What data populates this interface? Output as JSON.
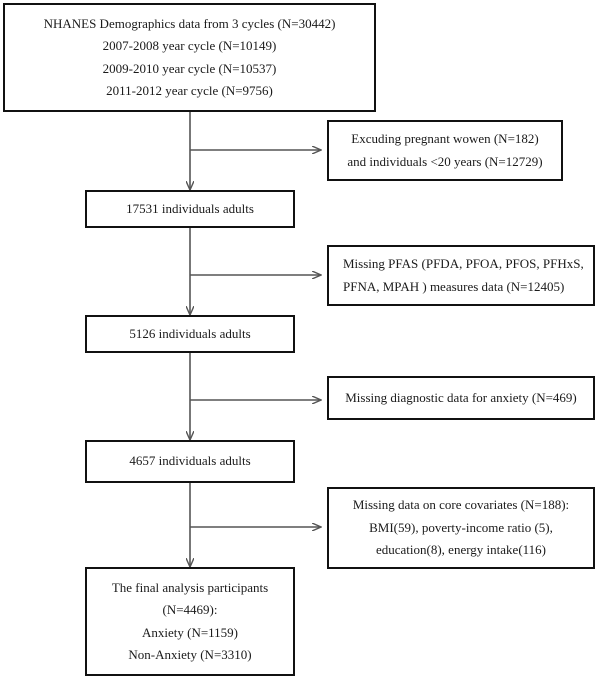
{
  "diagram": {
    "title": "NHANES participant selection flowchart",
    "colors": {
      "box_border": "#111111",
      "connector": "#555555",
      "text": "#1a1a1a",
      "background": "#ffffff"
    }
  },
  "main_nodes": [
    {
      "id": "source",
      "lines": [
        "NHANES Demographics data from 3 cycles (N=30442)",
        "2007-2008 year cycle (N=10149)",
        "2009-2010 year cycle (N=10537)",
        "2011-2012 year cycle (N=9756)"
      ]
    },
    {
      "id": "adults-17531",
      "lines": [
        "17531 individuals adults"
      ]
    },
    {
      "id": "adults-5126",
      "lines": [
        "5126 individuals adults"
      ]
    },
    {
      "id": "adults-4657",
      "lines": [
        "4657 individuals adults"
      ]
    },
    {
      "id": "final-sample",
      "lines": [
        "The final analysis participants",
        "(N=4469):",
        "Anxiety (N=1159)",
        "Non-Anxiety (N=3310)"
      ]
    }
  ],
  "exclusion_nodes": [
    {
      "id": "exclude-pregnant-young",
      "lines": [
        "Excuding pregnant wowen (N=182)",
        "and individuals <20 years (N=12729)"
      ]
    },
    {
      "id": "exclude-missing-pfas",
      "lines": [
        "Missing PFAS (PFDA, PFOA, PFOS, PFHxS,",
        "PFNA, MPAH ) measures data (N=12405)"
      ]
    },
    {
      "id": "exclude-missing-anxiety",
      "lines": [
        "Missing diagnostic data for anxiety (N=469)"
      ]
    },
    {
      "id": "exclude-missing-covariates",
      "lines": [
        "Missing data on core covariates (N=188):",
        "BMI(59), poverty-income ratio (5),",
        "education(8), energy intake(116)"
      ]
    }
  ]
}
